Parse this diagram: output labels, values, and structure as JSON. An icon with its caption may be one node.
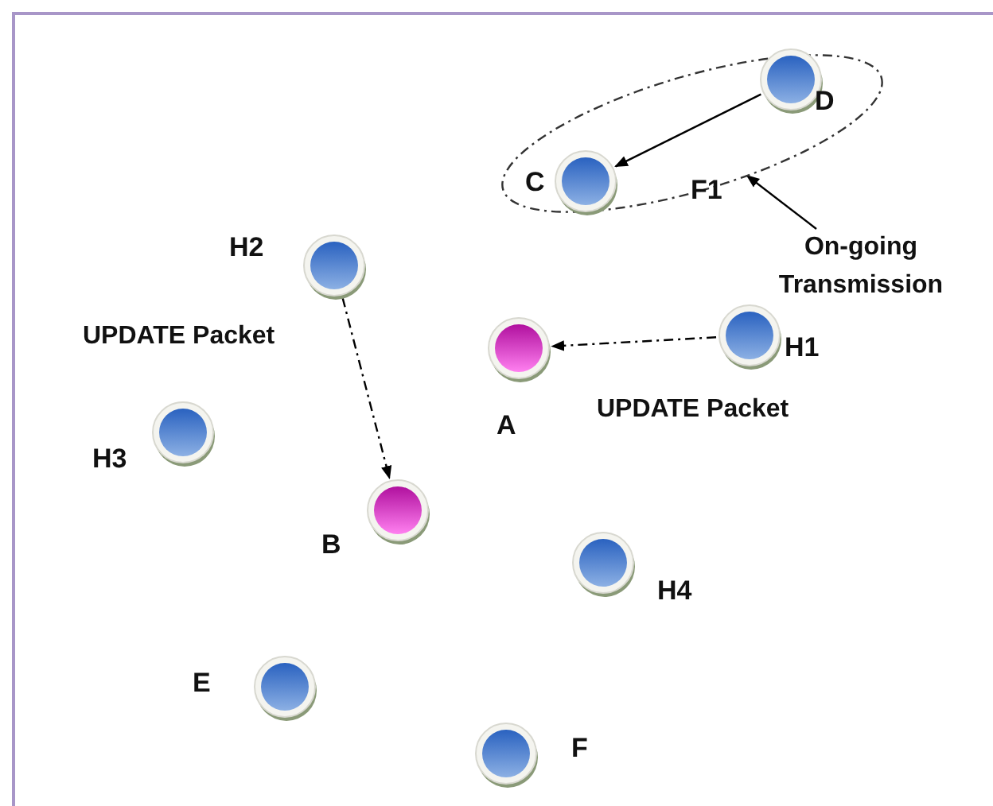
{
  "diagram": {
    "nodes": [
      {
        "text": [
          "F1"
        ]
      },
      {
        "text": [],
        "shape": "circle",
        "in": 0,
        "beside": [
          "D"
        ]
      },
      {
        "text": [],
        "shape": "circle",
        "in": 0,
        "beside": [
          "C"
        ]
      },
      {
        "text": [
          "On-going Transmission"
        ]
      },
      {
        "text": [],
        "shape": "circle",
        "beside": [
          "H2"
        ]
      },
      {
        "text": [],
        "shape": "circle",
        "beside": [
          "A"
        ]
      },
      {
        "text": [],
        "shape": "circle",
        "beside": [
          "H1"
        ]
      },
      {
        "text": [],
        "shape": "circle",
        "beside": [
          "H3"
        ]
      },
      {
        "text": [],
        "shape": "circle",
        "beside": [
          "B"
        ]
      },
      {
        "text": [],
        "shape": "circle",
        "beside": [
          "H4"
        ]
      },
      {
        "text": [],
        "shape": "circle",
        "beside": [
          "E"
        ]
      },
      {
        "text": [],
        "shape": "circle",
        "beside": [
          "F"
        ]
      }
    ],
    "edges": [
      {
        "from": 1,
        "to": 2,
        "arrow": "to"
      },
      {
        "from": 3,
        "to": 0,
        "arrow": "to"
      },
      {
        "from": 4,
        "to": 8,
        "arrow": "to",
        "style": "dashed",
        "label": "UPDATE Packet"
      },
      {
        "from": 6,
        "to": 5,
        "arrow": "to",
        "style": "dashed",
        "label": "UPDATE Packet"
      }
    ]
  }
}
